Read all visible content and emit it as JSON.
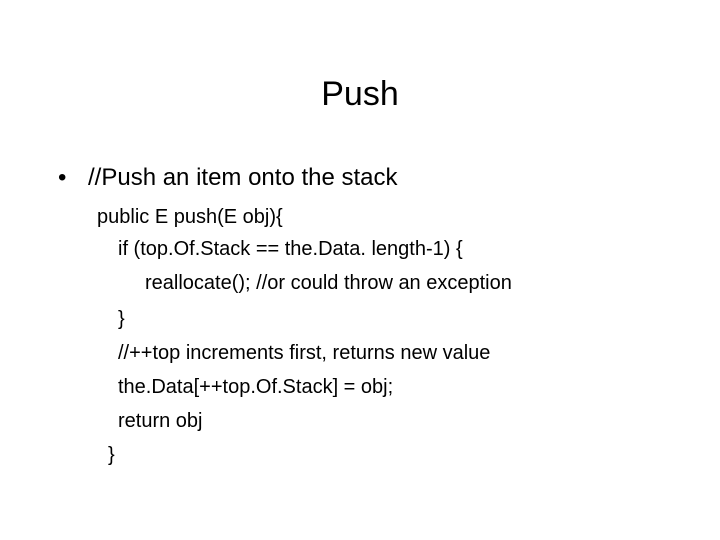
{
  "slide": {
    "title": "Push",
    "bullet_marker": "•",
    "bullet_text": "//Push an item onto the stack",
    "code_lines": [
      "public E push(E obj){",
      "if (top.Of.Stack == the.Data. length-1) {",
      "reallocate(); //or could throw an exception",
      "}",
      "//++top increments first, returns new value",
      "the.Data[++top.Of.Stack] = obj;",
      "return obj",
      "}"
    ]
  }
}
